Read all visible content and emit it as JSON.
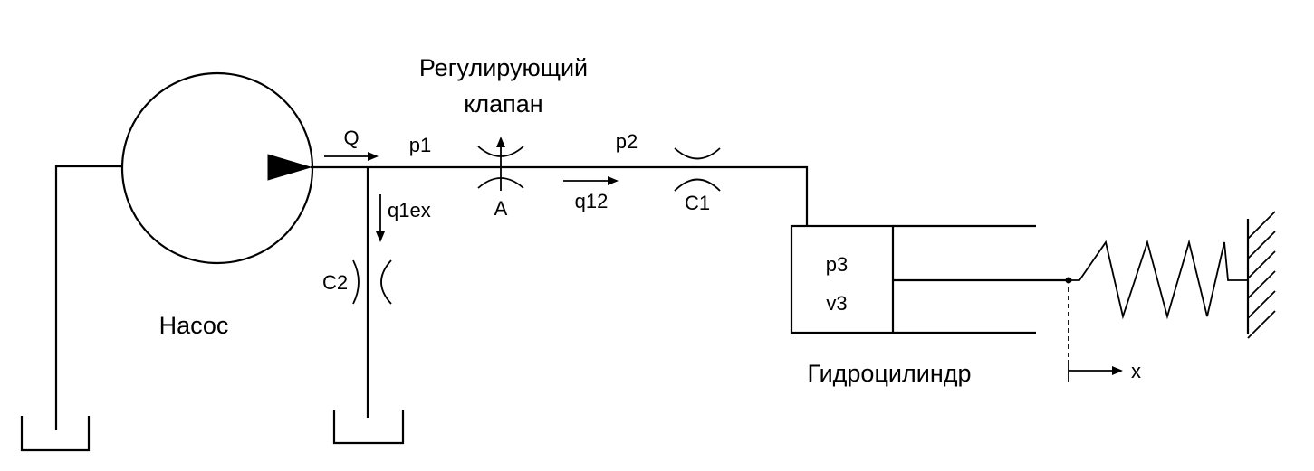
{
  "labels": {
    "valve_title_line1": "Регулирующий",
    "valve_title_line2": "клапан",
    "pump": "Насос",
    "cylinder": "Гидроцилиндр",
    "flow_q": "Q",
    "pressure_p1": "p1",
    "pressure_p2": "p2",
    "flow_q1ex": "q1ex",
    "flow_q12": "q12",
    "valve_area": "A",
    "orifice_c1": "C1",
    "orifice_c2": "C2",
    "pressure_p3": "p3",
    "volume_v3": "v3",
    "displacement_x": "x"
  },
  "colors": {
    "line": "#000000",
    "background": "#ffffff"
  }
}
